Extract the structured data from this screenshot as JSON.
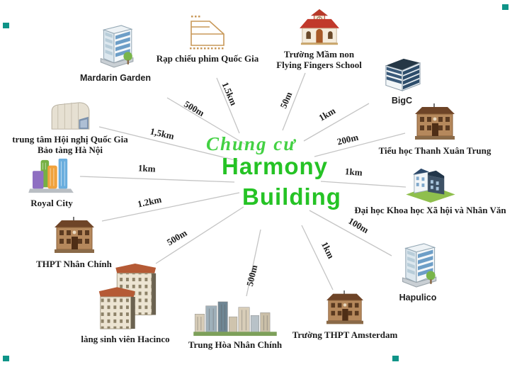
{
  "title": {
    "script": "Chung cư",
    "line1": "Harmony",
    "line2": "Building"
  },
  "colors": {
    "title_green": "#25c325",
    "script_green": "#43d143",
    "line_gray": "#c4c4c4",
    "label_dark": "#1d1d1d",
    "corner_teal": "#0e9488"
  },
  "nodes": [
    {
      "id": "mardarin-garden",
      "label": "Mardarin Garden",
      "distance": "500m",
      "icon": "office-building-icon"
    },
    {
      "id": "rap-chieu-phim-quoc-gia",
      "label": "Rạp chiếu phim Quốc Gia",
      "distance": "1.5km",
      "icon": "cinema-icon"
    },
    {
      "id": "flying-fingers-school",
      "label": "Trường Mầm non",
      "label2": "Flying Fingers School",
      "distance": "50m",
      "icon": "kindergarten-icon"
    },
    {
      "id": "bigc",
      "label": "BigC",
      "distance": "1km",
      "icon": "office-tower-icon"
    },
    {
      "id": "tieu-hoc-thanh-xuan-trung",
      "label": "Tiểu học Thanh Xuân Trung",
      "distance": "200m",
      "icon": "school-icon"
    },
    {
      "id": "dai-hoc-khxh-nv",
      "label": "Đại học Khoa học Xã hội và Nhân Văn",
      "distance": "1km",
      "icon": "university-icon"
    },
    {
      "id": "hapulico",
      "label": "Hapulico",
      "distance": "100m",
      "icon": "office-building-icon"
    },
    {
      "id": "truong-thpt-amsterdam",
      "label": "Trường THPT Amsterdam",
      "distance": "1km",
      "icon": "school-icon"
    },
    {
      "id": "trung-hoa-nhan-chinh",
      "label": "Trung Hòa Nhân Chính",
      "distance": "500m",
      "icon": "city-cluster-icon"
    },
    {
      "id": "lang-sinh-vien-hacinco",
      "label": "làng sinh viên Hacinco",
      "distance": "500m",
      "icon": "apartment-blocks-icon"
    },
    {
      "id": "thpt-nhan-chinh",
      "label": "THPT Nhân Chính",
      "distance": "1.2km",
      "icon": "school-icon"
    },
    {
      "id": "royal-city",
      "label": "Royal City",
      "distance": "1km",
      "icon": "colorful-towers-icon"
    },
    {
      "id": "trung-tam-hoi-nghi-quoc-gia",
      "label": "trung tâm Hội nghị Quốc Gia",
      "label2": "Bảo tàng Hà Nội",
      "distance": "1,5km",
      "icon": "convention-center-icon"
    }
  ]
}
